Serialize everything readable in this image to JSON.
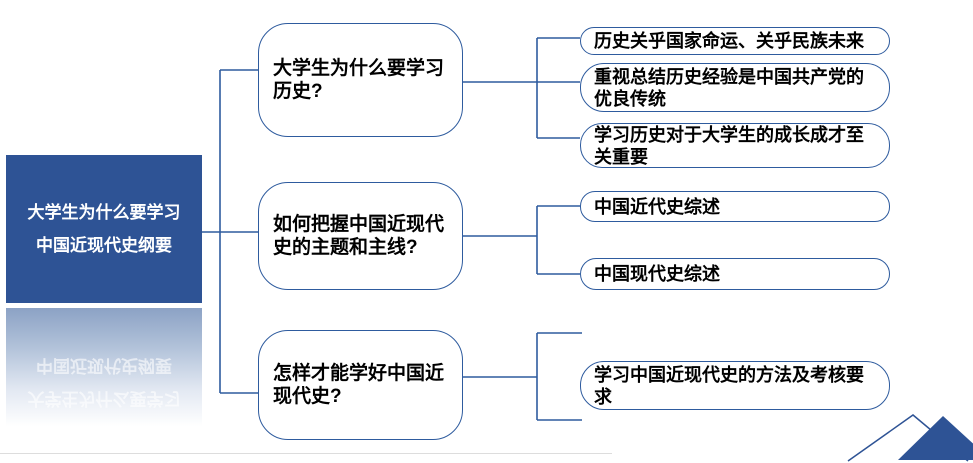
{
  "colors": {
    "accent_blue_fill": "#2E5395",
    "connector_blue": "#2E5B9E",
    "node_background": "#FFFFFF",
    "node_text": "#000000",
    "root_text": "#FFFFFF"
  },
  "root": {
    "lines": [
      "大学生为什么要学习",
      "中国近现代史纲要"
    ]
  },
  "branches": [
    {
      "question": {
        "lines": [
          "大学生为什么要学习",
          "历史?"
        ]
      },
      "answers": [
        {
          "lines": [
            "历史关乎国家命运、关乎民族未来"
          ]
        },
        {
          "lines": [
            "重视总结历史经验是中国共产党的",
            "优良传统"
          ]
        },
        {
          "lines": [
            "学习历史对于大学生的成长成才至",
            "关重要"
          ]
        }
      ]
    },
    {
      "question": {
        "lines": [
          "如何把握中国近现代",
          "史的主题和主线?"
        ]
      },
      "answers": [
        {
          "lines": [
            "中国近代史综述"
          ]
        },
        {
          "lines": [
            "中国现代史综述"
          ]
        }
      ]
    },
    {
      "question": {
        "lines": [
          "怎样才能学好中国近",
          "现代史?"
        ]
      },
      "answers": [
        {
          "lines": [
            "学习中国近现代史的方法及考核要",
            "求"
          ]
        }
      ]
    }
  ]
}
